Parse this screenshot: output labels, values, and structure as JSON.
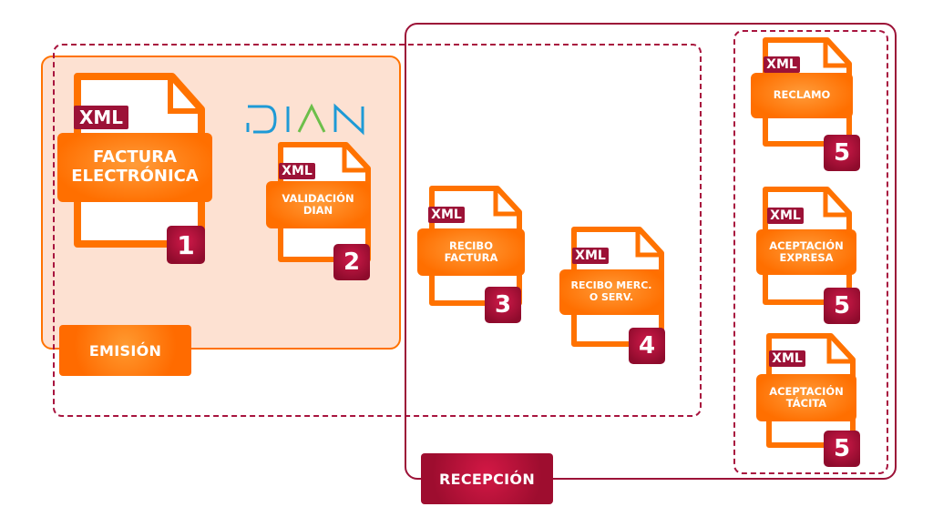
{
  "diagram": {
    "sections": {
      "emision_label": "EMISIÓN",
      "recepcion_label": "RECEPCIÓN"
    },
    "logo": {
      "text": "DIAN",
      "colors": [
        "#1e9ad6",
        "#6cbf4a"
      ]
    },
    "documents": [
      {
        "file_type": "XML",
        "title": "FACTURA ELECTRÓNICA",
        "step": "1"
      },
      {
        "file_type": "XML",
        "title": "VALIDACIÓN DIAN",
        "step": "2"
      },
      {
        "file_type": "XML",
        "title": "RECIBO FACTURA",
        "step": "3"
      },
      {
        "file_type": "XML",
        "title": "RECIBO MERC. O SERV.",
        "step": "4"
      },
      {
        "file_type": "XML",
        "title": "RECLAMO",
        "step": "5"
      },
      {
        "file_type": "XML",
        "title": "ACEPTACIÓN EXPRESA",
        "step": "5"
      },
      {
        "file_type": "XML",
        "title": "ACEPTACIÓN TÁCITA",
        "step": "5"
      }
    ],
    "colors": {
      "orange": "#ff6f00",
      "light_orange_bg": "#fde1d2",
      "crimson": "#9c1237"
    }
  }
}
